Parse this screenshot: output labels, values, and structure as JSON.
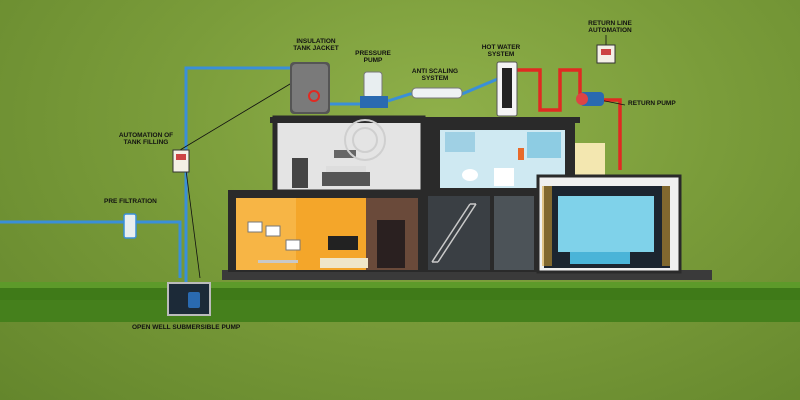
{
  "labels": {
    "insulation": [
      "INSULATION",
      "TANK JACKET"
    ],
    "pressure": [
      "PRESSURE",
      "PUMP"
    ],
    "anti_scaling": [
      "ANTI SCALING",
      "SYSTEM"
    ],
    "hot_water": [
      "HOT WATER",
      "SYSTEM"
    ],
    "return_line": [
      "RETURN LINE",
      "AUTOMATION"
    ],
    "return_pump": "RETURN PUMP",
    "automation_tank": [
      "AUTOMATION OF",
      "TANK FILLING"
    ],
    "pre_filtration": "PRE FILTRATION",
    "submersible": "OPEN WELL SUBMERSIBLE PUMP"
  },
  "colors": {
    "cold_pipe": "#3a8fd8",
    "hot_pipe": "#e02a22",
    "background": "#7a9c3a",
    "grass": "#4f8a1e"
  }
}
